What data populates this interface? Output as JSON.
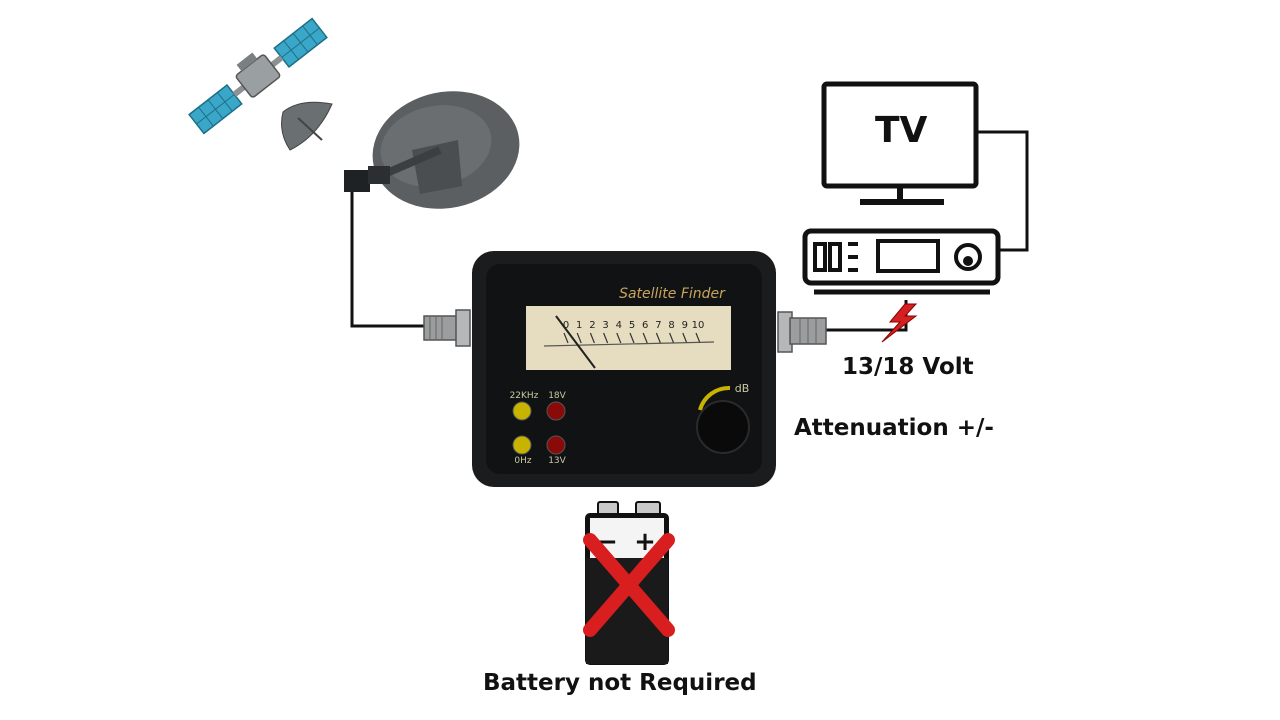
{
  "diagram": {
    "tv_label": "TV",
    "voltage_label": "13/18 Volt",
    "attenuation_label": "Attenuation +/-",
    "battery_label": "Battery not Required"
  },
  "meter": {
    "brand_text": "Satellite Finder",
    "scale_numbers": [
      "0",
      "1",
      "2",
      "3",
      "4",
      "5",
      "6",
      "7",
      "8",
      "9",
      "10"
    ],
    "db_label": "dB",
    "leds": [
      {
        "label": "22KHz",
        "color": "#c8b400"
      },
      {
        "label": "18V",
        "color": "#8a0a0a"
      },
      {
        "label": "0Hz",
        "color": "#c8b400"
      },
      {
        "label": "13V",
        "color": "#8a0a0a"
      }
    ]
  },
  "battery": {
    "plus_sign": "+",
    "minus_sign": "−"
  },
  "colors": {
    "meter_body": "#1a1c1e",
    "dial_face": "#e6dcc0",
    "brand_text": "#c9a55a",
    "lightning": "#d42020",
    "cross": "#d81e1e",
    "solar_panel": "#3aa7c8",
    "dish": "#5b5f61"
  },
  "icons": [
    "satellite-icon",
    "satellite-dish-icon",
    "tv-icon",
    "receiver-icon",
    "lightning-icon",
    "battery-icon",
    "cross-icon"
  ]
}
